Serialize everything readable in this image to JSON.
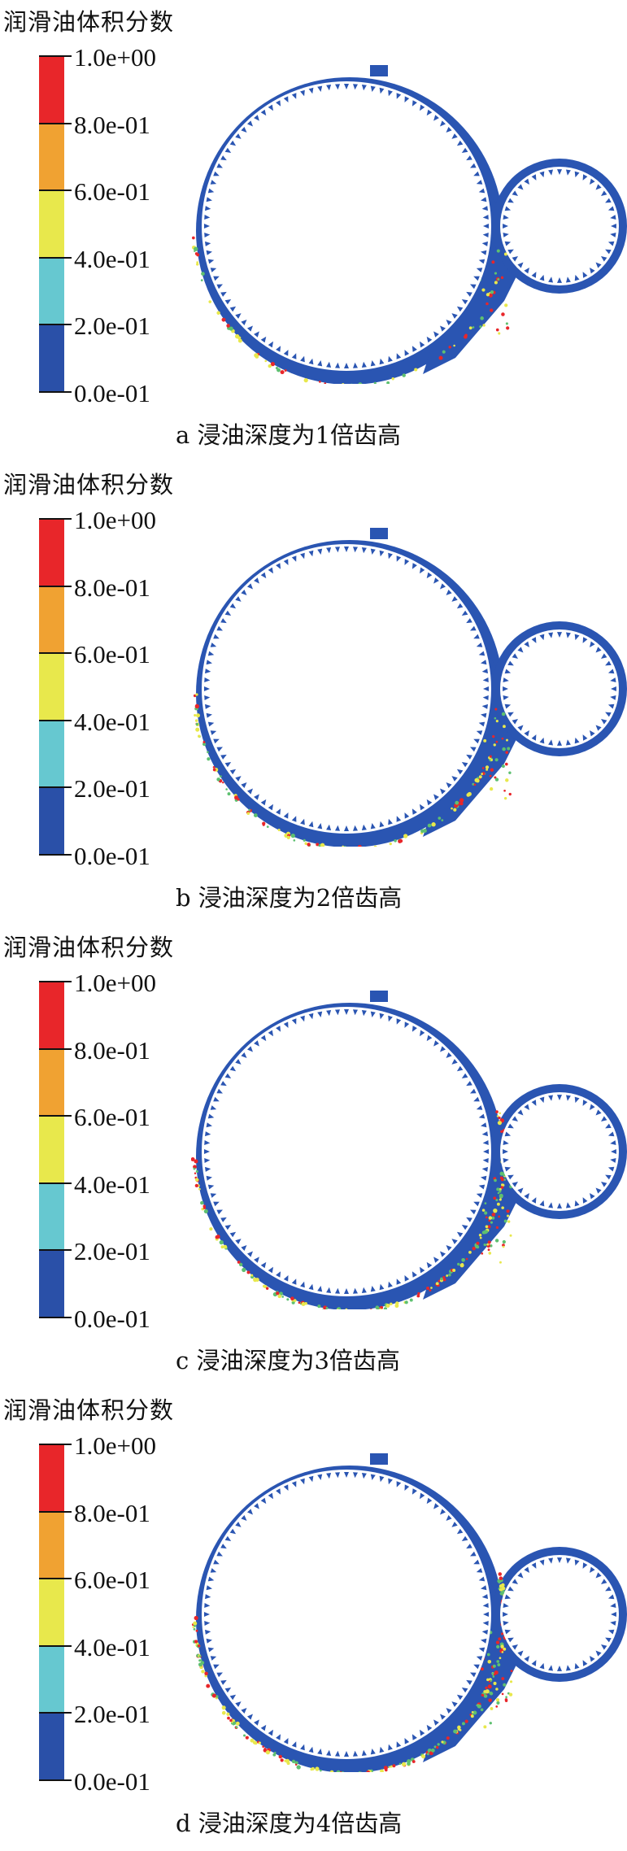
{
  "colorbar": {
    "title": "润滑油体积分数",
    "labels": [
      "1.0e+00",
      "8.0e-01",
      "6.0e-01",
      "4.0e-01",
      "2.0e-01",
      "0.0e-01"
    ],
    "colors": [
      "#e8262a",
      "#f0a232",
      "#e8e84c",
      "#66c8d0",
      "#2a50a8"
    ]
  },
  "gear_color": "#2a55b2",
  "panels": [
    {
      "title": "润滑油体积分数",
      "caption": "a 浸油深度为1倍齿高"
    },
    {
      "title": "润滑油体积分数",
      "caption": "b 浸油深度为2倍齿高"
    },
    {
      "title": "润滑油体积分数",
      "caption": "c 浸油深度为3倍齿高"
    },
    {
      "title": "润滑油体积分数",
      "caption": "d 浸油深度为4倍齿高"
    }
  ]
}
